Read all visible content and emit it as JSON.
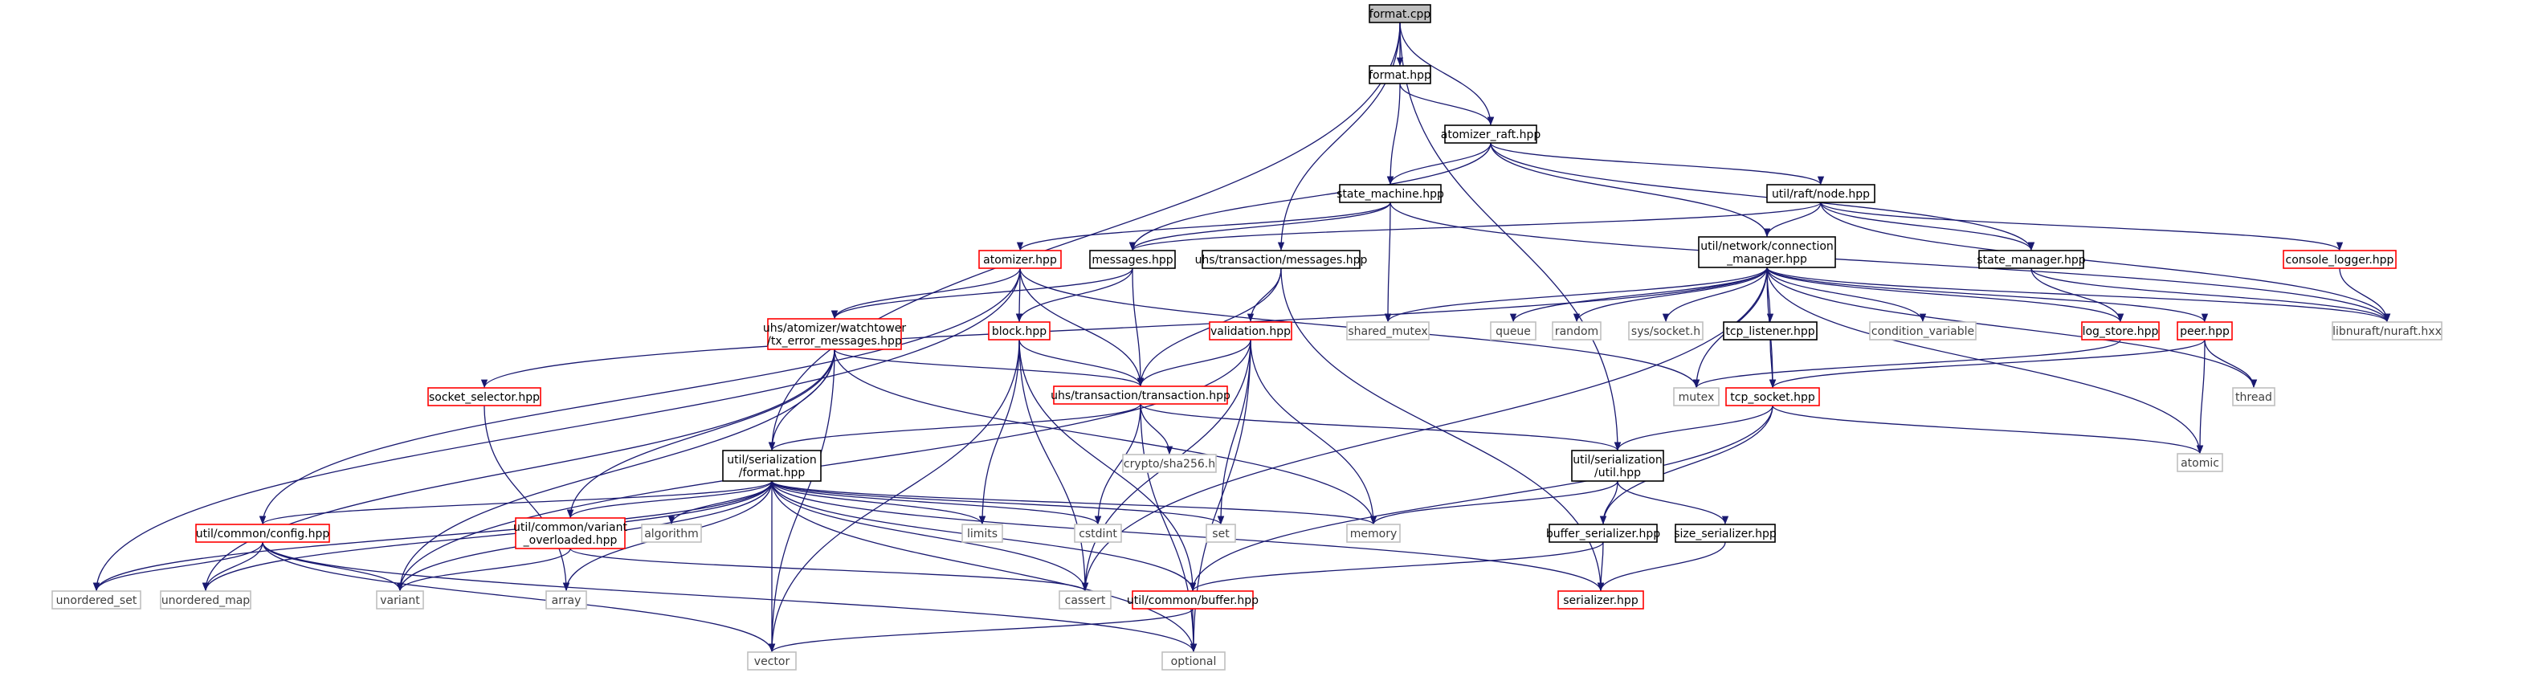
{
  "diagram": {
    "root": "format.cpp",
    "colors": {
      "edge": "#191970",
      "root_fill": "#bfbfbf",
      "documented_border": "#000000",
      "undocumented_border": "#ff0000",
      "system_border": "#bfbfbf"
    },
    "nodes": [
      {
        "id": "format_cpp",
        "lines": [
          "format.cpp"
        ],
        "kind": "root"
      },
      {
        "id": "format_hpp",
        "lines": [
          "format.hpp"
        ],
        "kind": "header"
      },
      {
        "id": "atomizer_raft",
        "lines": [
          "atomizer_raft.hpp"
        ],
        "kind": "header"
      },
      {
        "id": "state_machine",
        "lines": [
          "state_machine.hpp"
        ],
        "kind": "header"
      },
      {
        "id": "raft_node",
        "lines": [
          "util/raft/node.hpp"
        ],
        "kind": "header"
      },
      {
        "id": "atomizer",
        "lines": [
          "atomizer.hpp"
        ],
        "kind": "red"
      },
      {
        "id": "messages",
        "lines": [
          "messages.hpp"
        ],
        "kind": "header"
      },
      {
        "id": "uhs_tx_messages",
        "lines": [
          "uhs/transaction/messages.hpp"
        ],
        "kind": "header"
      },
      {
        "id": "connection_manager",
        "lines": [
          "util/network/connection",
          "_manager.hpp"
        ],
        "kind": "header"
      },
      {
        "id": "state_manager",
        "lines": [
          "state_manager.hpp"
        ],
        "kind": "header"
      },
      {
        "id": "console_logger",
        "lines": [
          "console_logger.hpp"
        ],
        "kind": "red"
      },
      {
        "id": "tx_error_messages",
        "lines": [
          "uhs/atomizer/watchtower",
          "/tx_error_messages.hpp"
        ],
        "kind": "red"
      },
      {
        "id": "block",
        "lines": [
          "block.hpp"
        ],
        "kind": "red"
      },
      {
        "id": "validation",
        "lines": [
          "validation.hpp"
        ],
        "kind": "red"
      },
      {
        "id": "shared_mutex",
        "lines": [
          "shared_mutex"
        ],
        "kind": "grey"
      },
      {
        "id": "queue",
        "lines": [
          "queue"
        ],
        "kind": "grey"
      },
      {
        "id": "random",
        "lines": [
          "random"
        ],
        "kind": "grey"
      },
      {
        "id": "sys_socket",
        "lines": [
          "sys/socket.h"
        ],
        "kind": "grey"
      },
      {
        "id": "tcp_listener",
        "lines": [
          "tcp_listener.hpp"
        ],
        "kind": "header"
      },
      {
        "id": "condition_variable",
        "lines": [
          "condition_variable"
        ],
        "kind": "grey"
      },
      {
        "id": "log_store",
        "lines": [
          "log_store.hpp"
        ],
        "kind": "red"
      },
      {
        "id": "peer",
        "lines": [
          "peer.hpp"
        ],
        "kind": "red"
      },
      {
        "id": "libnuraft",
        "lines": [
          "libnuraft/nuraft.hxx"
        ],
        "kind": "grey"
      },
      {
        "id": "socket_selector",
        "lines": [
          "socket_selector.hpp"
        ],
        "kind": "red"
      },
      {
        "id": "transaction",
        "lines": [
          "uhs/transaction/transaction.hpp"
        ],
        "kind": "red"
      },
      {
        "id": "mutex",
        "lines": [
          "mutex"
        ],
        "kind": "grey"
      },
      {
        "id": "tcp_socket",
        "lines": [
          "tcp_socket.hpp"
        ],
        "kind": "red"
      },
      {
        "id": "thread",
        "lines": [
          "thread"
        ],
        "kind": "grey"
      },
      {
        "id": "serialization_format",
        "lines": [
          "util/serialization",
          "/format.hpp"
        ],
        "kind": "header"
      },
      {
        "id": "sha256",
        "lines": [
          "crypto/sha256.h"
        ],
        "kind": "grey"
      },
      {
        "id": "serialization_util",
        "lines": [
          "util/serialization",
          "/util.hpp"
        ],
        "kind": "header"
      },
      {
        "id": "atomic",
        "lines": [
          "atomic"
        ],
        "kind": "grey"
      },
      {
        "id": "config",
        "lines": [
          "util/common/config.hpp"
        ],
        "kind": "red"
      },
      {
        "id": "variant_overloaded",
        "lines": [
          "util/common/variant",
          "_overloaded.hpp"
        ],
        "kind": "red"
      },
      {
        "id": "algorithm",
        "lines": [
          "algorithm"
        ],
        "kind": "grey"
      },
      {
        "id": "limits",
        "lines": [
          "limits"
        ],
        "kind": "grey"
      },
      {
        "id": "cstdint",
        "lines": [
          "cstdint"
        ],
        "kind": "grey"
      },
      {
        "id": "set",
        "lines": [
          "set"
        ],
        "kind": "grey"
      },
      {
        "id": "memory",
        "lines": [
          "memory"
        ],
        "kind": "grey"
      },
      {
        "id": "buffer_serializer",
        "lines": [
          "buffer_serializer.hpp"
        ],
        "kind": "header"
      },
      {
        "id": "size_serializer",
        "lines": [
          "size_serializer.hpp"
        ],
        "kind": "header"
      },
      {
        "id": "unordered_set",
        "lines": [
          "unordered_set"
        ],
        "kind": "grey"
      },
      {
        "id": "unordered_map",
        "lines": [
          "unordered_map"
        ],
        "kind": "grey"
      },
      {
        "id": "variant",
        "lines": [
          "variant"
        ],
        "kind": "grey"
      },
      {
        "id": "array",
        "lines": [
          "array"
        ],
        "kind": "grey"
      },
      {
        "id": "cassert",
        "lines": [
          "cassert"
        ],
        "kind": "grey"
      },
      {
        "id": "buffer",
        "lines": [
          "util/common/buffer.hpp"
        ],
        "kind": "red"
      },
      {
        "id": "serializer",
        "lines": [
          "serializer.hpp"
        ],
        "kind": "red"
      },
      {
        "id": "vector",
        "lines": [
          "vector"
        ],
        "kind": "grey"
      },
      {
        "id": "optional",
        "lines": [
          "optional"
        ],
        "kind": "grey"
      }
    ],
    "edges": [
      [
        "format_cpp",
        "format_hpp"
      ],
      [
        "format_cpp",
        "atomizer_raft"
      ],
      [
        "format_cpp",
        "uhs_tx_messages"
      ],
      [
        "format_cpp",
        "serialization_format"
      ],
      [
        "format_cpp",
        "serialization_util"
      ],
      [
        "format_hpp",
        "atomizer_raft"
      ],
      [
        "format_hpp",
        "state_machine"
      ],
      [
        "atomizer_raft",
        "state_machine"
      ],
      [
        "atomizer_raft",
        "messages"
      ],
      [
        "atomizer_raft",
        "raft_node"
      ],
      [
        "atomizer_raft",
        "connection_manager"
      ],
      [
        "atomizer_raft",
        "state_manager"
      ],
      [
        "state_machine",
        "atomizer"
      ],
      [
        "state_machine",
        "messages"
      ],
      [
        "state_machine",
        "shared_mutex"
      ],
      [
        "state_machine",
        "libnuraft"
      ],
      [
        "raft_node",
        "connection_manager"
      ],
      [
        "raft_node",
        "state_manager"
      ],
      [
        "raft_node",
        "console_logger"
      ],
      [
        "raft_node",
        "libnuraft"
      ],
      [
        "raft_node",
        "messages"
      ],
      [
        "atomizer",
        "tx_error_messages"
      ],
      [
        "atomizer",
        "block"
      ],
      [
        "atomizer",
        "transaction"
      ],
      [
        "atomizer",
        "unordered_set"
      ],
      [
        "atomizer",
        "config"
      ],
      [
        "atomizer",
        "mutex"
      ],
      [
        "messages",
        "block"
      ],
      [
        "messages",
        "tx_error_messages"
      ],
      [
        "messages",
        "transaction"
      ],
      [
        "uhs_tx_messages",
        "validation"
      ],
      [
        "uhs_tx_messages",
        "transaction"
      ],
      [
        "uhs_tx_messages",
        "serializer"
      ],
      [
        "connection_manager",
        "shared_mutex"
      ],
      [
        "connection_manager",
        "queue"
      ],
      [
        "connection_manager",
        "random"
      ],
      [
        "connection_manager",
        "sys_socket"
      ],
      [
        "connection_manager",
        "tcp_listener"
      ],
      [
        "connection_manager",
        "condition_variable"
      ],
      [
        "connection_manager",
        "log_store"
      ],
      [
        "connection_manager",
        "peer"
      ],
      [
        "connection_manager",
        "thread"
      ],
      [
        "connection_manager",
        "atomic"
      ],
      [
        "connection_manager",
        "tcp_socket"
      ],
      [
        "connection_manager",
        "mutex"
      ],
      [
        "connection_manager",
        "socket_selector"
      ],
      [
        "connection_manager",
        "cassert"
      ],
      [
        "connection_manager",
        "libnuraft"
      ],
      [
        "state_manager",
        "log_store"
      ],
      [
        "state_manager",
        "libnuraft"
      ],
      [
        "console_logger",
        "libnuraft"
      ],
      [
        "tx_error_messages",
        "transaction"
      ],
      [
        "tx_error_messages",
        "variant"
      ],
      [
        "tx_error_messages",
        "memory"
      ],
      [
        "tx_error_messages",
        "variant_overloaded"
      ],
      [
        "tx_error_messages",
        "vector"
      ],
      [
        "tx_error_messages",
        "unordered_map"
      ],
      [
        "tx_error_messages",
        "serialization_format"
      ],
      [
        "block",
        "transaction"
      ],
      [
        "block",
        "limits"
      ],
      [
        "block",
        "cassert"
      ],
      [
        "block",
        "vector"
      ],
      [
        "block",
        "buffer"
      ],
      [
        "validation",
        "transaction"
      ],
      [
        "validation",
        "memory"
      ],
      [
        "validation",
        "set"
      ],
      [
        "validation",
        "cassert"
      ],
      [
        "validation",
        "variant"
      ],
      [
        "validation",
        "optional"
      ],
      [
        "tcp_listener",
        "tcp_socket"
      ],
      [
        "log_store",
        "mutex"
      ],
      [
        "peer",
        "tcp_socket"
      ],
      [
        "peer",
        "thread"
      ],
      [
        "peer",
        "atomic"
      ],
      [
        "socket_selector",
        "array"
      ],
      [
        "transaction",
        "serialization_format"
      ],
      [
        "transaction",
        "sha256"
      ],
      [
        "transaction",
        "cstdint"
      ],
      [
        "transaction",
        "serialization_util"
      ],
      [
        "transaction",
        "optional"
      ],
      [
        "tcp_socket",
        "serialization_util"
      ],
      [
        "tcp_socket",
        "buffer_serializer"
      ],
      [
        "tcp_socket",
        "atomic"
      ],
      [
        "tcp_socket",
        "buffer"
      ],
      [
        "serialization_format",
        "config"
      ],
      [
        "serialization_format",
        "variant_overloaded"
      ],
      [
        "serialization_format",
        "algorithm"
      ],
      [
        "serialization_format",
        "limits"
      ],
      [
        "serialization_format",
        "cstdint"
      ],
      [
        "serialization_format",
        "set"
      ],
      [
        "serialization_format",
        "memory"
      ],
      [
        "serialization_format",
        "unordered_set"
      ],
      [
        "serialization_format",
        "unordered_map"
      ],
      [
        "serialization_format",
        "variant"
      ],
      [
        "serialization_format",
        "array"
      ],
      [
        "serialization_format",
        "vector"
      ],
      [
        "serialization_format",
        "cassert"
      ],
      [
        "serialization_format",
        "buffer"
      ],
      [
        "serialization_format",
        "serializer"
      ],
      [
        "serialization_format",
        "optional"
      ],
      [
        "serialization_util",
        "memory"
      ],
      [
        "serialization_util",
        "buffer_serializer"
      ],
      [
        "serialization_util",
        "size_serializer"
      ],
      [
        "config",
        "unordered_set"
      ],
      [
        "config",
        "unordered_map"
      ],
      [
        "config",
        "variant"
      ],
      [
        "config",
        "vector"
      ],
      [
        "config",
        "optional"
      ],
      [
        "variant_overloaded",
        "variant"
      ],
      [
        "variant_overloaded",
        "cassert"
      ],
      [
        "buffer_serializer",
        "buffer"
      ],
      [
        "buffer_serializer",
        "serializer"
      ],
      [
        "size_serializer",
        "serializer"
      ],
      [
        "buffer",
        "vector"
      ],
      [
        "buffer",
        "optional"
      ]
    ]
  }
}
